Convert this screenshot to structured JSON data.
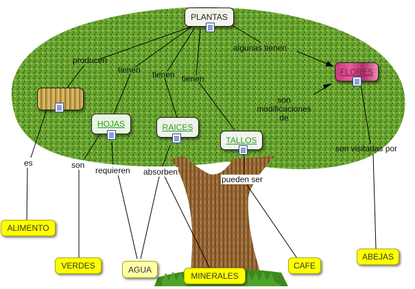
{
  "concepts": {
    "plantas": "PLANTAS",
    "hojas": "HOJAS",
    "raices": "RAICES",
    "tallos": "TALLOS",
    "flores": "FLORES",
    "alimento": "ALIMENTO",
    "verdes": "VERDES",
    "agua": "AGUA",
    "minerales": "MINERALES",
    "cafe": "CAFE",
    "abejas": "ABEJAS"
  },
  "links": {
    "producen": "producen",
    "tienen_hojas": "tienen",
    "tienen_raices": "tienen",
    "tienen_tallos": "tienen",
    "algunas_tienen": "algunas tienen",
    "son_modificaciones_1": "son",
    "son_modificaciones_2": "modificaciones",
    "son_modificaciones_3": "de",
    "son_visitadas_por": "son visitadas por",
    "es": "es",
    "son": "son",
    "requieren": "requieren",
    "absorben": "absorben",
    "pueden_ser": "pueden ser"
  },
  "icons": [
    "document-icon",
    "tree-background-image"
  ],
  "colors": {
    "concept_yellow": "#ffff00",
    "concept_pale_yellow": "#ffffaa",
    "link_line": "#000000",
    "tree_green": "#5a9a2c",
    "trunk_brown": "#8b5a2b"
  }
}
